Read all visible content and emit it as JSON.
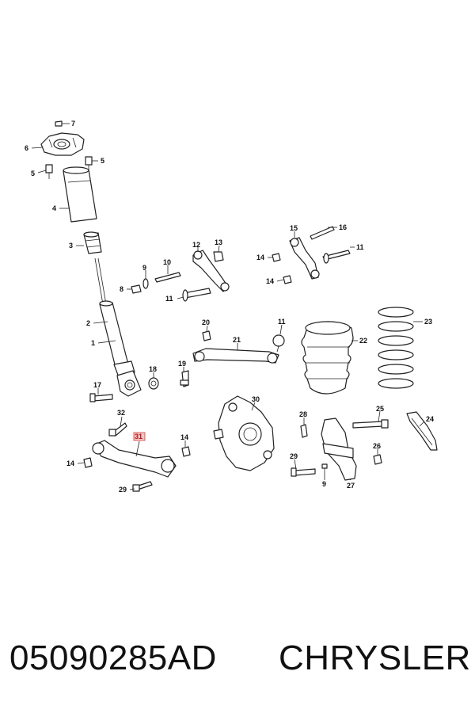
{
  "diagram": {
    "callouts": [
      {
        "id": "c7a",
        "label": "7"
      },
      {
        "id": "c6",
        "label": "6"
      },
      {
        "id": "c5a",
        "label": "5"
      },
      {
        "id": "c5b",
        "label": "5"
      },
      {
        "id": "c4",
        "label": "4"
      },
      {
        "id": "c3",
        "label": "3"
      },
      {
        "id": "c2",
        "label": "2"
      },
      {
        "id": "c1",
        "label": "1"
      },
      {
        "id": "c17",
        "label": "17"
      },
      {
        "id": "c18",
        "label": "18"
      },
      {
        "id": "c19",
        "label": "19"
      },
      {
        "id": "c8",
        "label": "8"
      },
      {
        "id": "c9a",
        "label": "9"
      },
      {
        "id": "c10",
        "label": "10"
      },
      {
        "id": "c11a",
        "label": "11"
      },
      {
        "id": "c12",
        "label": "12"
      },
      {
        "id": "c13",
        "label": "13"
      },
      {
        "id": "c14a",
        "label": "14"
      },
      {
        "id": "c14b",
        "label": "14"
      },
      {
        "id": "c15",
        "label": "15"
      },
      {
        "id": "c16",
        "label": "16"
      },
      {
        "id": "c11b",
        "label": "11"
      },
      {
        "id": "c20",
        "label": "20"
      },
      {
        "id": "c21",
        "label": "21"
      },
      {
        "id": "c11c",
        "label": "11"
      },
      {
        "id": "c22",
        "label": "22"
      },
      {
        "id": "c23",
        "label": "23"
      },
      {
        "id": "c32",
        "label": "32"
      },
      {
        "id": "c31",
        "label": "31"
      },
      {
        "id": "c14c",
        "label": "14"
      },
      {
        "id": "c14d",
        "label": "14"
      },
      {
        "id": "c29a",
        "label": "29"
      },
      {
        "id": "c30",
        "label": "30"
      },
      {
        "id": "c28",
        "label": "28"
      },
      {
        "id": "c25",
        "label": "25"
      },
      {
        "id": "c24",
        "label": "24"
      },
      {
        "id": "c26",
        "label": "26"
      },
      {
        "id": "c29b",
        "label": "29"
      },
      {
        "id": "c9b",
        "label": "9"
      },
      {
        "id": "c27",
        "label": "27"
      }
    ],
    "highlighted_callout": "31",
    "highlight_color": "#d43c3c"
  },
  "footer": {
    "part_number": "05090285AD",
    "manufacturer": "CHRYSLER"
  }
}
